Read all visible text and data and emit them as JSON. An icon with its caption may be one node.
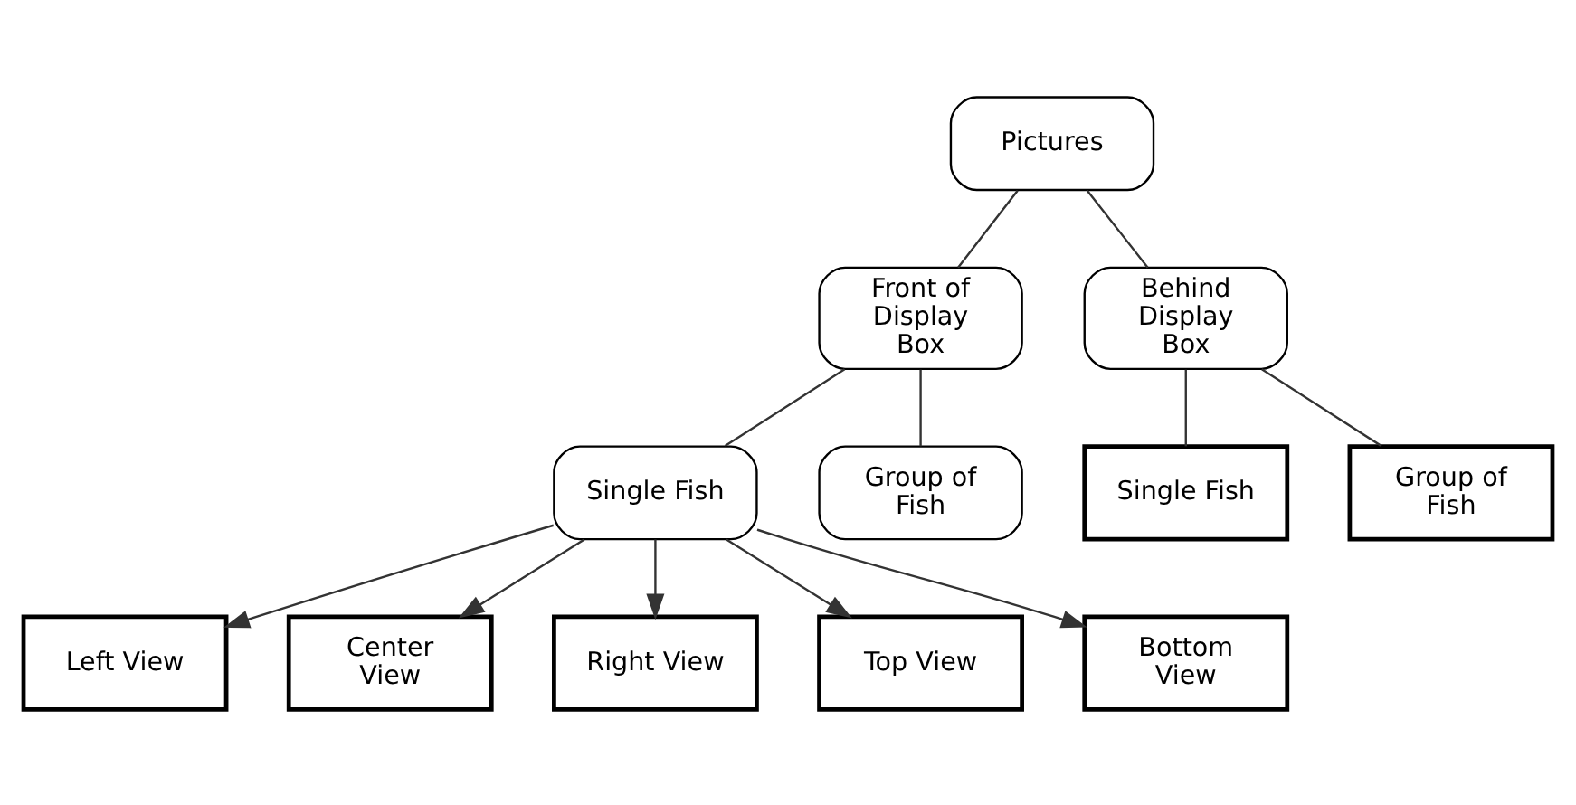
{
  "diagram": {
    "nodes": [
      {
        "text": [
          "Pictures"
        ]
      },
      {
        "text": [
          "Front of Display Box"
        ]
      },
      {
        "text": [
          "Behind Display Box"
        ]
      },
      {
        "text": [
          "Single Fish"
        ]
      },
      {
        "text": [
          "Group of Fish"
        ]
      },
      {
        "text": [
          "Single Fish"
        ]
      },
      {
        "text": [
          "Group of Fish"
        ]
      },
      {
        "text": [
          "Left View"
        ]
      },
      {
        "text": [
          "Center View"
        ]
      },
      {
        "text": [
          "Right View"
        ]
      },
      {
        "text": [
          "Top View"
        ]
      },
      {
        "text": [
          "Bottom View"
        ]
      }
    ],
    "edges": [
      {
        "from": 0,
        "to": 1,
        "arrow": "none"
      },
      {
        "from": 0,
        "to": 2,
        "arrow": "none"
      },
      {
        "from": 1,
        "to": 3,
        "arrow": "none"
      },
      {
        "from": 1,
        "to": 4,
        "arrow": "none"
      },
      {
        "from": 2,
        "to": 5,
        "arrow": "none"
      },
      {
        "from": 2,
        "to": 6,
        "arrow": "none"
      },
      {
        "from": 3,
        "to": 7,
        "arrow": "to"
      },
      {
        "from": 3,
        "to": 8,
        "arrow": "to"
      },
      {
        "from": 3,
        "to": 9,
        "arrow": "to"
      },
      {
        "from": 3,
        "to": 10,
        "arrow": "to"
      },
      {
        "from": 3,
        "to": 11,
        "arrow": "to"
      }
    ]
  }
}
